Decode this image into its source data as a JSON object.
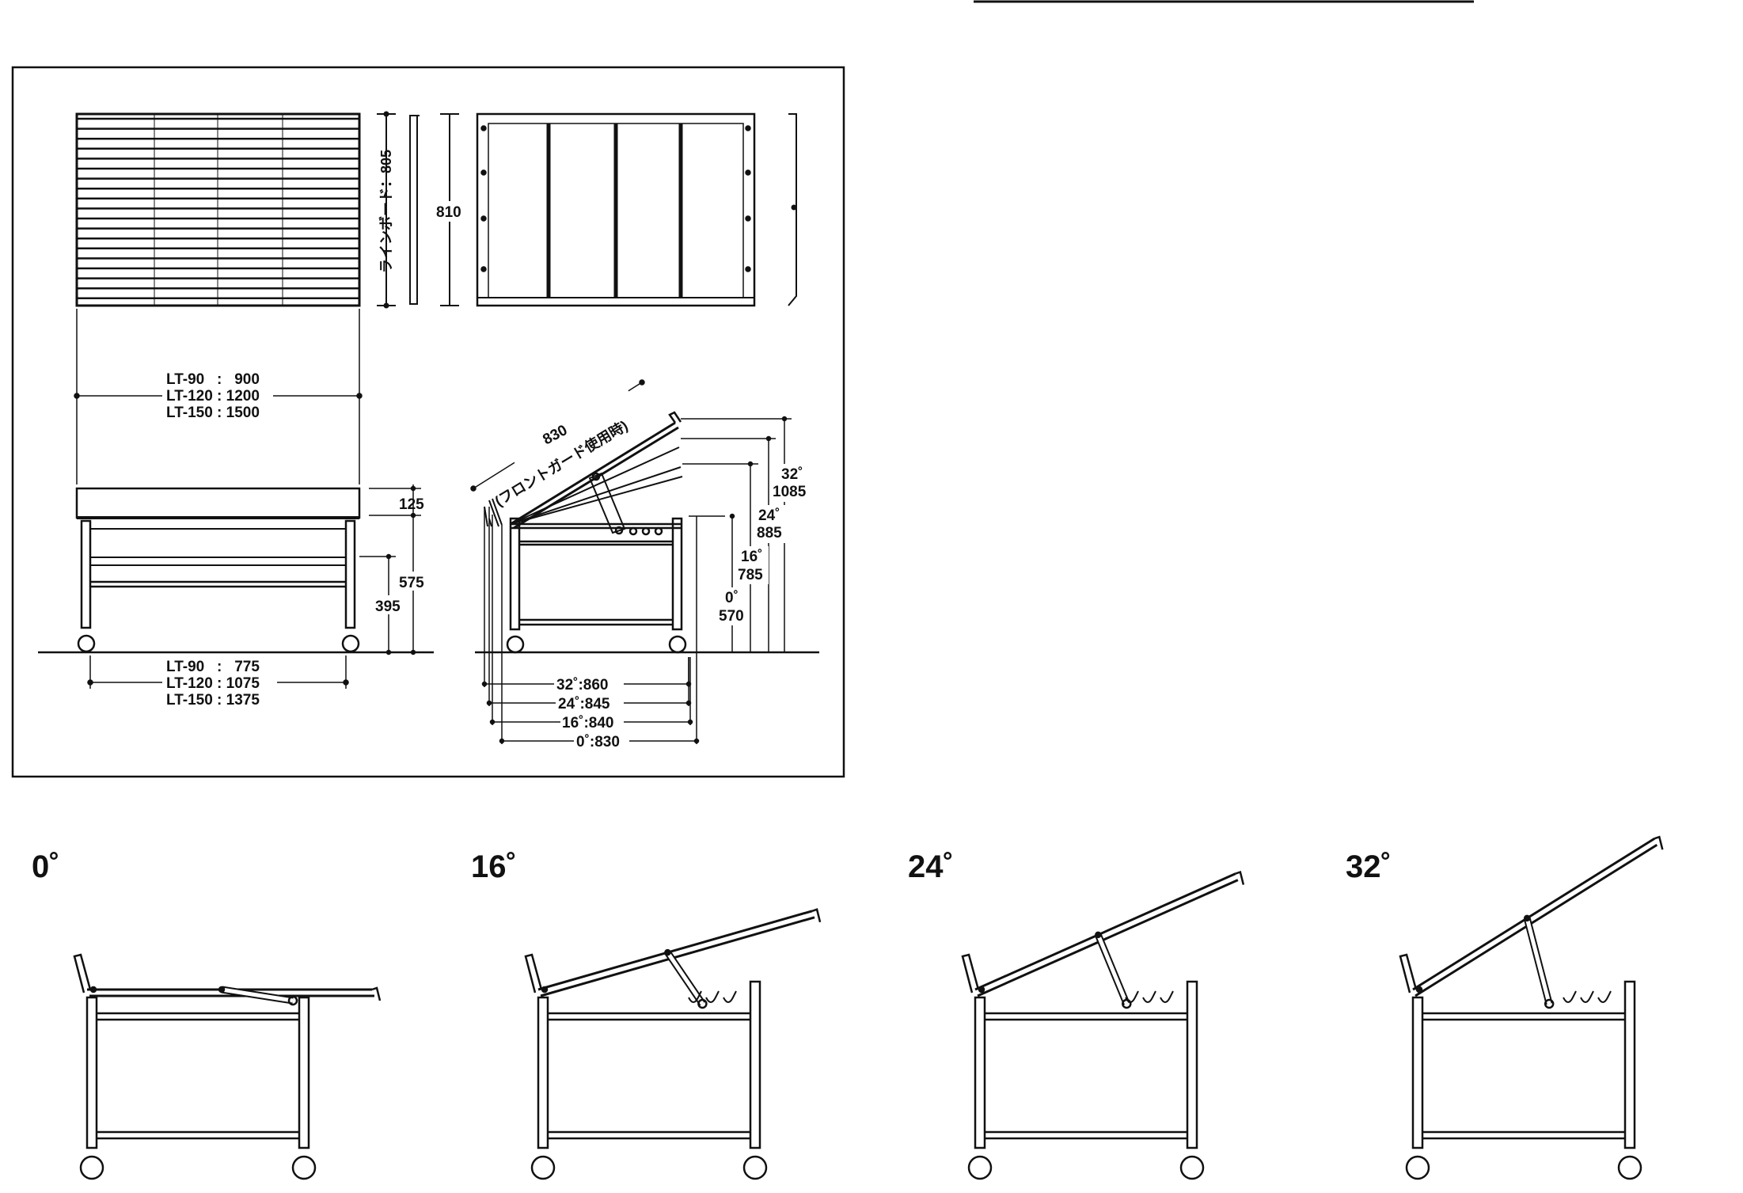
{
  "top_rule": "",
  "dims": {
    "lineboard": "ラインボード：805",
    "height_810": "810",
    "width_lt90": "LT-90   :   900",
    "width_lt120": "LT-120 : 1200",
    "width_lt150": "LT-150 : 1500",
    "d125": "125",
    "d575": "575",
    "d395": "395",
    "leg_lt90": "LT-90   :   775",
    "leg_lt120": "LT-120 : 1075",
    "leg_lt150": "LT-150 : 1375",
    "board_830": "830",
    "front_guard": "(フロントガード使用時)",
    "a32": "32˚",
    "h1085": "1085",
    "a24": "24˚",
    "h885": "885",
    "a16": "16˚",
    "h785": "785",
    "a0": "0˚",
    "h570": "570",
    "w32": "32˚:860",
    "w24": "24˚:845",
    "w16": "16˚:840",
    "w0": "0˚:830"
  },
  "angle_views": [
    {
      "label": "0˚",
      "angle": 0
    },
    {
      "label": "16˚",
      "angle": 16
    },
    {
      "label": "24˚",
      "angle": 24
    },
    {
      "label": "32˚",
      "angle": 32
    }
  ]
}
